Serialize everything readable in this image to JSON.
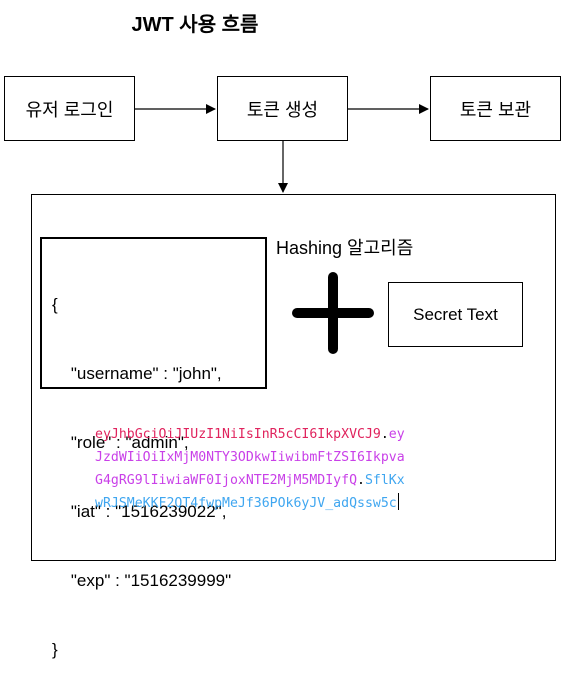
{
  "title": "JWT 사용 흐름",
  "flow": {
    "login": "유저 로그인",
    "create": "토큰 생성",
    "store": "토큰 보관"
  },
  "payload": {
    "lines": [
      "{",
      "    \"username\" : \"john\",",
      "    \"role\" : \"admin\",",
      "    \"iat\" : \"1516239022\",",
      "    \"exp\" : \"1516239999\"",
      "}"
    ]
  },
  "hashing_label": "Hashing 알고리즘",
  "secret_label": "Secret Text",
  "token": {
    "header": "eyJhbGciOiJIUzI1NiIsInR5cCI6IkpXVCJ9",
    "payload": "eyJzdWIiOiIxMjM0NTY3ODkwIiwibmFtZSI6IkpvaG4gRG9lIiwiaWF0IjoxNTE2MjM5MDIyfQ",
    "signature": "SflKxwRJSMeKKF2QT4fwpMeJf36POk6yJV_adQssw5c",
    "lines": [
      [
        {
          "t": "eyJhbGciOiJIUzI1NiIsInR5cCI6IkpXVCJ9",
          "c": "header"
        },
        {
          "t": ".",
          "c": "dot"
        },
        {
          "t": "ey",
          "c": "payload"
        }
      ],
      [
        {
          "t": "JzdWIiOiIxMjM0NTY3ODkwIiwibmFtZSI6Ikpva",
          "c": "payload"
        }
      ],
      [
        {
          "t": "G4gRG9lIiwiaWF0IjoxNTE2MjM5MDIyfQ",
          "c": "payload"
        },
        {
          "t": ".",
          "c": "dot"
        },
        {
          "t": "SflKx",
          "c": "signature"
        }
      ],
      [
        {
          "t": "wRJSMeKKF2QT4fwpMeJf36POk6yJV_adQssw5c",
          "c": "signature"
        }
      ]
    ],
    "colors": {
      "header": "#e0245e",
      "dot": "#000000",
      "payload": "#c940e8",
      "signature": "#3fa6f0"
    }
  }
}
